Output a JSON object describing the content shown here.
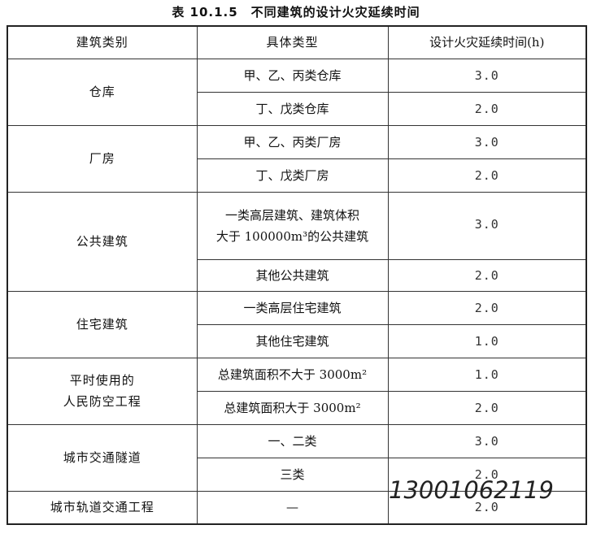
{
  "title": "表 10.1.5　不同建筑的设计火灾延续时间",
  "headers": [
    "建筑类别",
    "具体类型",
    "设计火灾延续时间(h)"
  ],
  "rows": [
    {
      "category": "仓库",
      "type": "甲、乙、丙类仓库",
      "duration": "3.0"
    },
    {
      "type": "丁、戊类仓库",
      "duration": "2.0"
    },
    {
      "category": "厂房",
      "type": "甲、乙、丙类厂房",
      "duration": "3.0"
    },
    {
      "type": "丁、戊类厂房",
      "duration": "2.0"
    },
    {
      "category": "公共建筑",
      "type_line1": "一类高层建筑、建筑体积",
      "type_line2": "大于 100000m³的公共建筑",
      "duration": "3.0"
    },
    {
      "type": "其他公共建筑",
      "duration": "2.0"
    },
    {
      "category": "住宅建筑",
      "type": "一类高层住宅建筑",
      "duration": "2.0"
    },
    {
      "type": "其他住宅建筑",
      "duration": "1.0"
    },
    {
      "category_line1": "平时使用的",
      "category_line2": "人民防空工程",
      "type": "总建筑面积不大于 3000m²",
      "duration": "1.0"
    },
    {
      "type": "总建筑面积大于 3000m²",
      "duration": "2.0"
    },
    {
      "category": "城市交通隧道",
      "type": "一、二类",
      "duration": "3.0"
    },
    {
      "type": "三类",
      "duration": "2.0"
    },
    {
      "category": "城市轨道交通工程",
      "type": "—",
      "duration": "2.0"
    }
  ],
  "phone": "13001062119"
}
